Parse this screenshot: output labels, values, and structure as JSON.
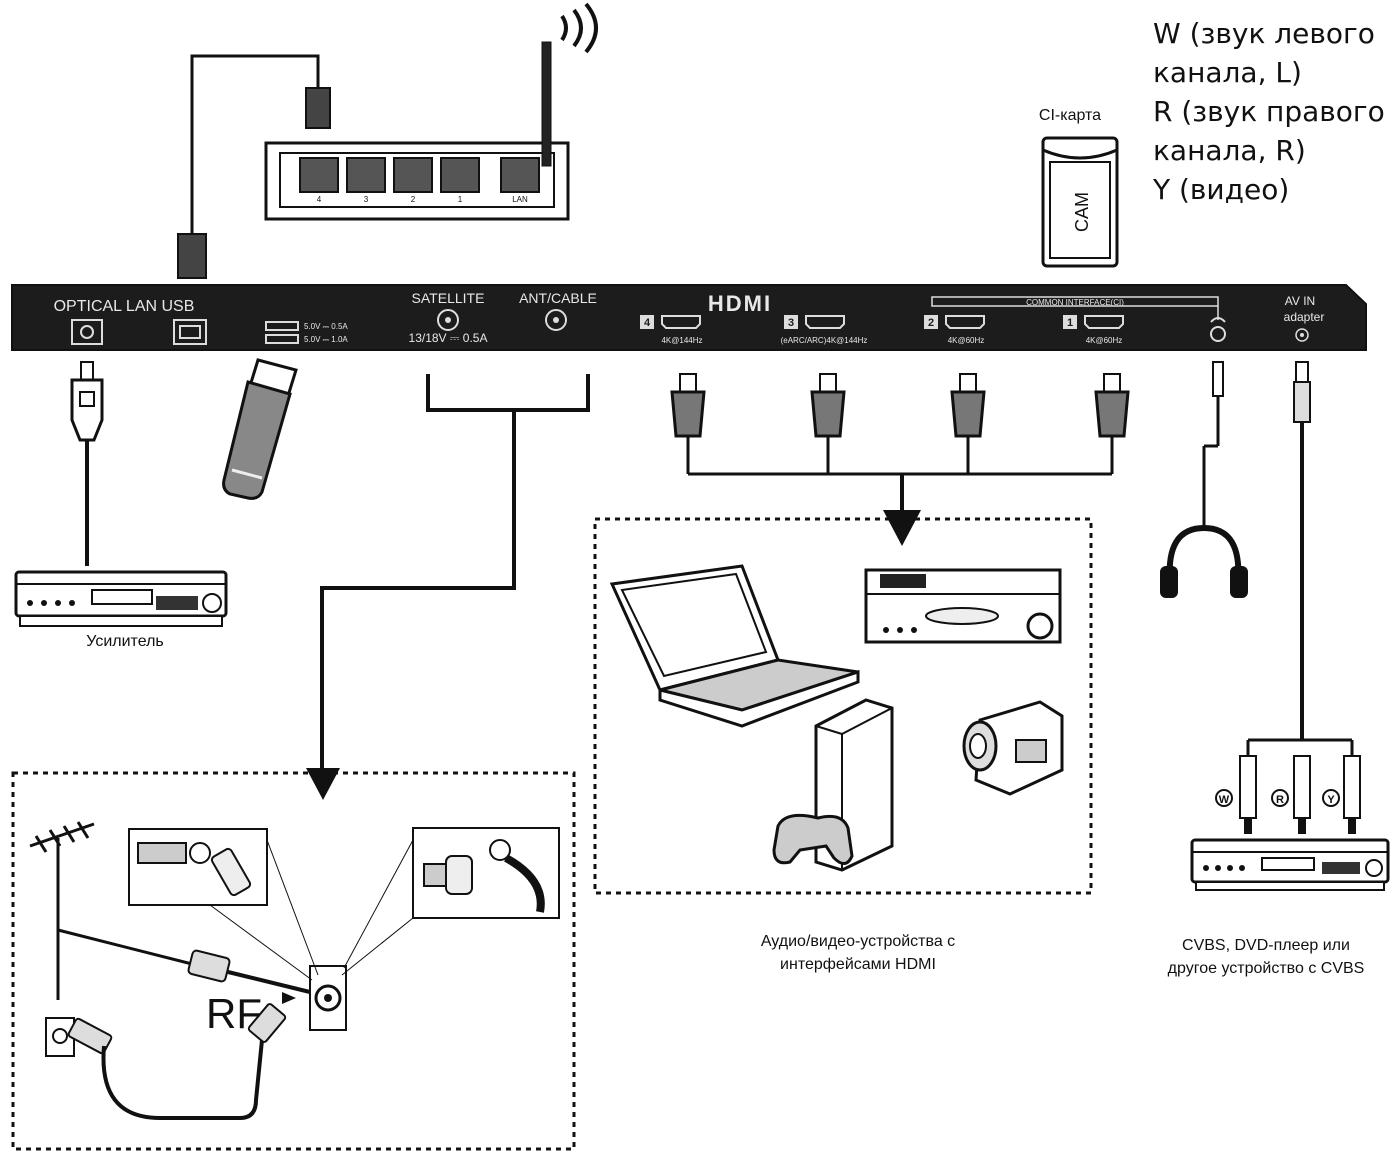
{
  "legend": [
    "W (звук левого канала, L)",
    "R (звук правого канала, R)",
    "Y (видео)"
  ],
  "ci_card": {
    "label": "CI-карта",
    "card_text": "CAM"
  },
  "router": {
    "port_labels": [
      "4",
      "3",
      "2",
      "1",
      "LAN"
    ]
  },
  "panel": {
    "optical_lan_usb": "OPTICAL LAN USB",
    "usb_spec_1": "5.0V ⎓ 0.5A",
    "usb_spec_2": "5.0V ⎓ 1.0A",
    "satellite": "SATELLITE",
    "satellite_spec": "13/18V ⎓ 0.5A",
    "ant_cable": "ANT/CABLE",
    "hdmi_logo": "HDMI",
    "hdmi_ports": [
      {
        "num": "4",
        "spec": "4K@144Hz"
      },
      {
        "num": "3",
        "spec": "(eARC/ARC)4K@144Hz"
      },
      {
        "num": "2",
        "spec": "4K@60Hz"
      },
      {
        "num": "1",
        "spec": "4K@60Hz"
      }
    ],
    "common_interface": "COMMON INTERFACE(CI)",
    "av_in": "AV IN",
    "adapter": "adapter"
  },
  "amplifier_label": "Усилитель",
  "hdmi_devices_caption": [
    "Аудио/видео-устройства с",
    "интерфейсами HDMI"
  ],
  "cvbs_caption": [
    "CVBS, DVD-плеер или",
    "другое устройство с CVBS"
  ],
  "rca_labels": [
    "W",
    "R",
    "Y"
  ],
  "rf_label": "RF",
  "colors": {
    "panel": "#1c1c1c",
    "line": "#111111",
    "panel_text": "#e8e8e8"
  }
}
